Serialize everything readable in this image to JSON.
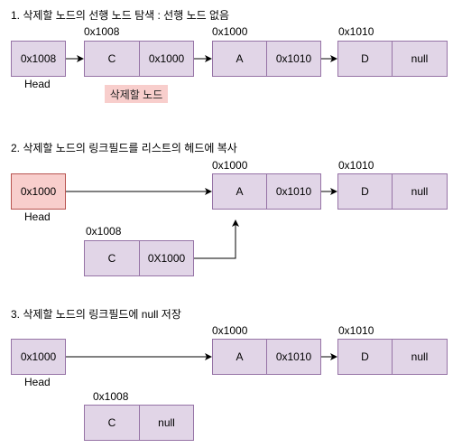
{
  "sections": [
    {
      "title": "1. 삭제할 노드의 선행 노드 탐색 : 선행 노드 없음",
      "head": {
        "value": "0x1008",
        "label": "Head"
      },
      "nodes": [
        {
          "addr": "0x1008",
          "data": "C",
          "link": "0x1000"
        },
        {
          "addr": "0x1000",
          "data": "A",
          "link": "0x1010"
        },
        {
          "addr": "0x1010",
          "data": "D",
          "link": "null"
        }
      ],
      "badge": "삭제할 노드"
    },
    {
      "title": "2. 삭제할 노드의 링크필드를 리스트의 헤드에 복사",
      "head": {
        "value": "0x1000",
        "label": "Head"
      },
      "nodes": [
        {
          "addr": "0x1000",
          "data": "A",
          "link": "0x1010"
        },
        {
          "addr": "0x1010",
          "data": "D",
          "link": "null"
        }
      ],
      "removed": {
        "addr": "0x1008",
        "data": "C",
        "link": "0X1000"
      }
    },
    {
      "title": "3. 삭제할 노드의 링크필드에 null 저장",
      "head": {
        "value": "0x1000",
        "label": "Head"
      },
      "nodes": [
        {
          "addr": "0x1000",
          "data": "A",
          "link": "0x1010"
        },
        {
          "addr": "0x1010",
          "data": "D",
          "link": "null"
        }
      ],
      "removed": {
        "addr": "0x1008",
        "data": "C",
        "link": "null"
      }
    }
  ],
  "colors": {
    "node_fill": "#e1d5e7",
    "node_border": "#9673a6",
    "highlight_fill": "#f8cecc",
    "highlight_border": "#b85450"
  }
}
